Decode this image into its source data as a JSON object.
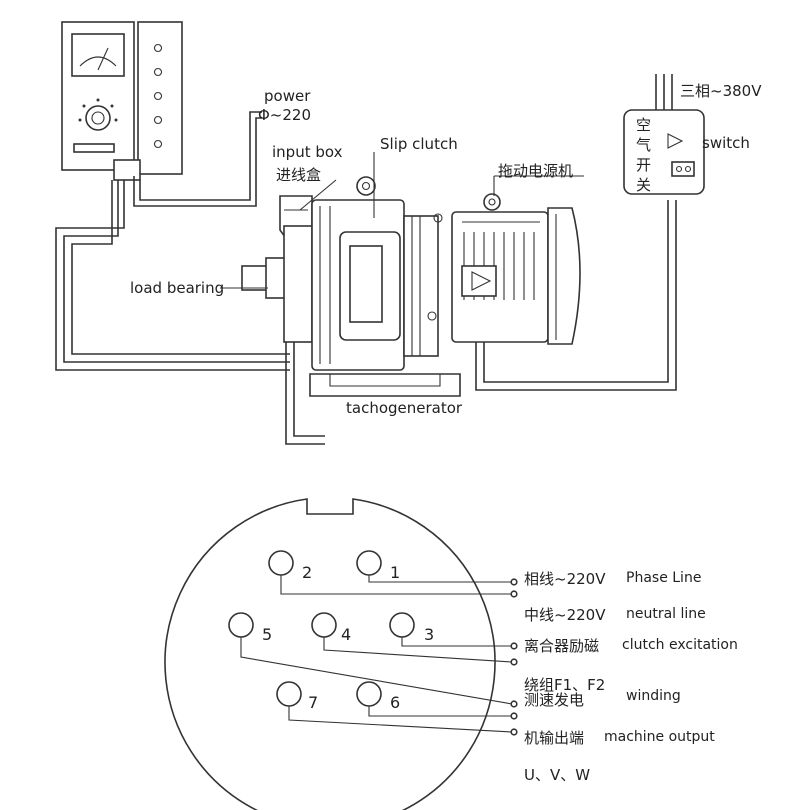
{
  "labels": {
    "power": "power",
    "power_voltage": "Φ~220",
    "input_box_en": "input box",
    "input_box_cn": "进线盒",
    "slip_clutch": "Slip clutch",
    "drive_motor_cn": "拖动电源机",
    "load_bearing": "load bearing",
    "tachogenerator": "tachogenerator",
    "three_phase": "三相~380V",
    "air_switch_cn": [
      "空",
      "气",
      "开",
      "关"
    ],
    "switch_en": "switch"
  },
  "connector": {
    "pins": [
      {
        "id": "1",
        "label": "1"
      },
      {
        "id": "2",
        "label": "2"
      },
      {
        "id": "3",
        "label": "3"
      },
      {
        "id": "4",
        "label": "4"
      },
      {
        "id": "5",
        "label": "5"
      },
      {
        "id": "6",
        "label": "6"
      },
      {
        "id": "7",
        "label": "7"
      }
    ],
    "legend": [
      {
        "cn": "相线~220V",
        "en": "Phase Line"
      },
      {
        "cn": "中线~220V",
        "en": "neutral line"
      },
      {
        "cn": "离合器励磁",
        "en": "clutch excitation"
      },
      {
        "cn": "绕组F1、F2",
        "cn2": "测速发电",
        "en": "winding"
      },
      {
        "cn": "机输出端",
        "en": "machine output"
      }
    ],
    "uvw": "U、V、W"
  }
}
